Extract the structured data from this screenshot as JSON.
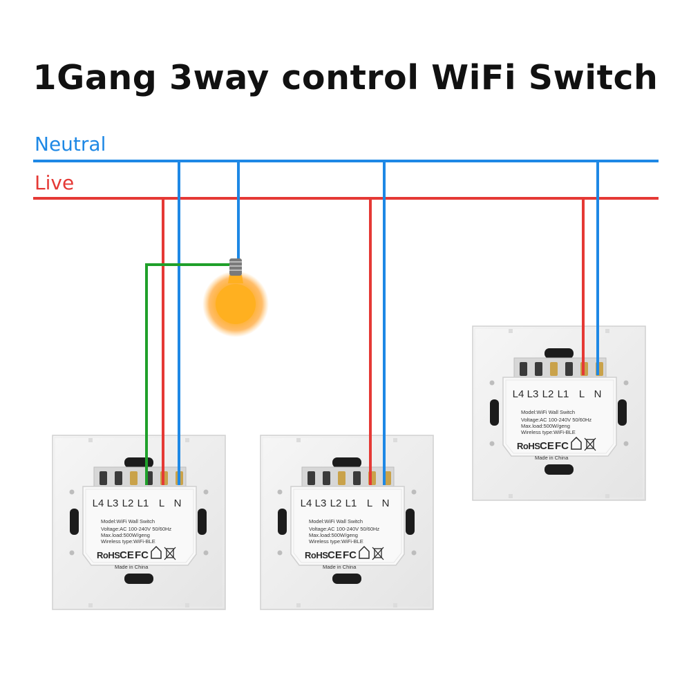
{
  "title": "1Gang 3way control WiFi Switch",
  "rails": {
    "neutral": "Neutral",
    "live": "Live"
  },
  "switch": {
    "terminals": [
      "L4",
      "L3",
      "L2",
      "L1",
      "L",
      "N"
    ],
    "model": "Model:WiFi Wall Switch",
    "voltage": "Voltage:AC 100-240V 50/60Hz",
    "max_load": "Max.load:500W/geng",
    "wireless": "Wireless type:WiFi-BLE",
    "marks": [
      "RoHS",
      "CE",
      "FC"
    ],
    "made_in": "Made in China"
  },
  "colors": {
    "neutral": "#1e88e5",
    "live": "#e53935",
    "switched_live": "#1fa02a",
    "bulb": "#ffb020"
  }
}
